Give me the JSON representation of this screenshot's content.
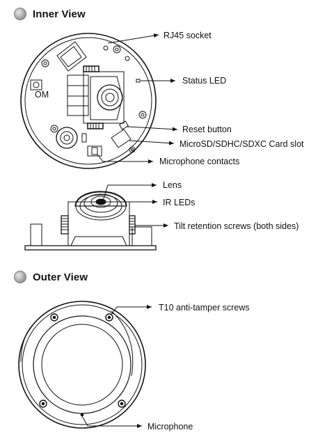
{
  "sections": {
    "inner": {
      "title": "Inner View"
    },
    "outer": {
      "title": "Outer View"
    }
  },
  "callouts": {
    "rj45": "RJ45 socket",
    "status_led": "Status LED",
    "reset": "Reset button",
    "sd": "MicroSD/SDHC/SDXC Card slot",
    "mic_contacts": "Microphone contacts",
    "lens": "Lens",
    "ir": "IR LEDs",
    "tilt": "Tilt retention screws (both sides)",
    "t10": "T10 anti-tamper screws",
    "microphone": "Microphone"
  },
  "colors": {
    "line": "#111111",
    "bullet": "#9a9a9a"
  }
}
